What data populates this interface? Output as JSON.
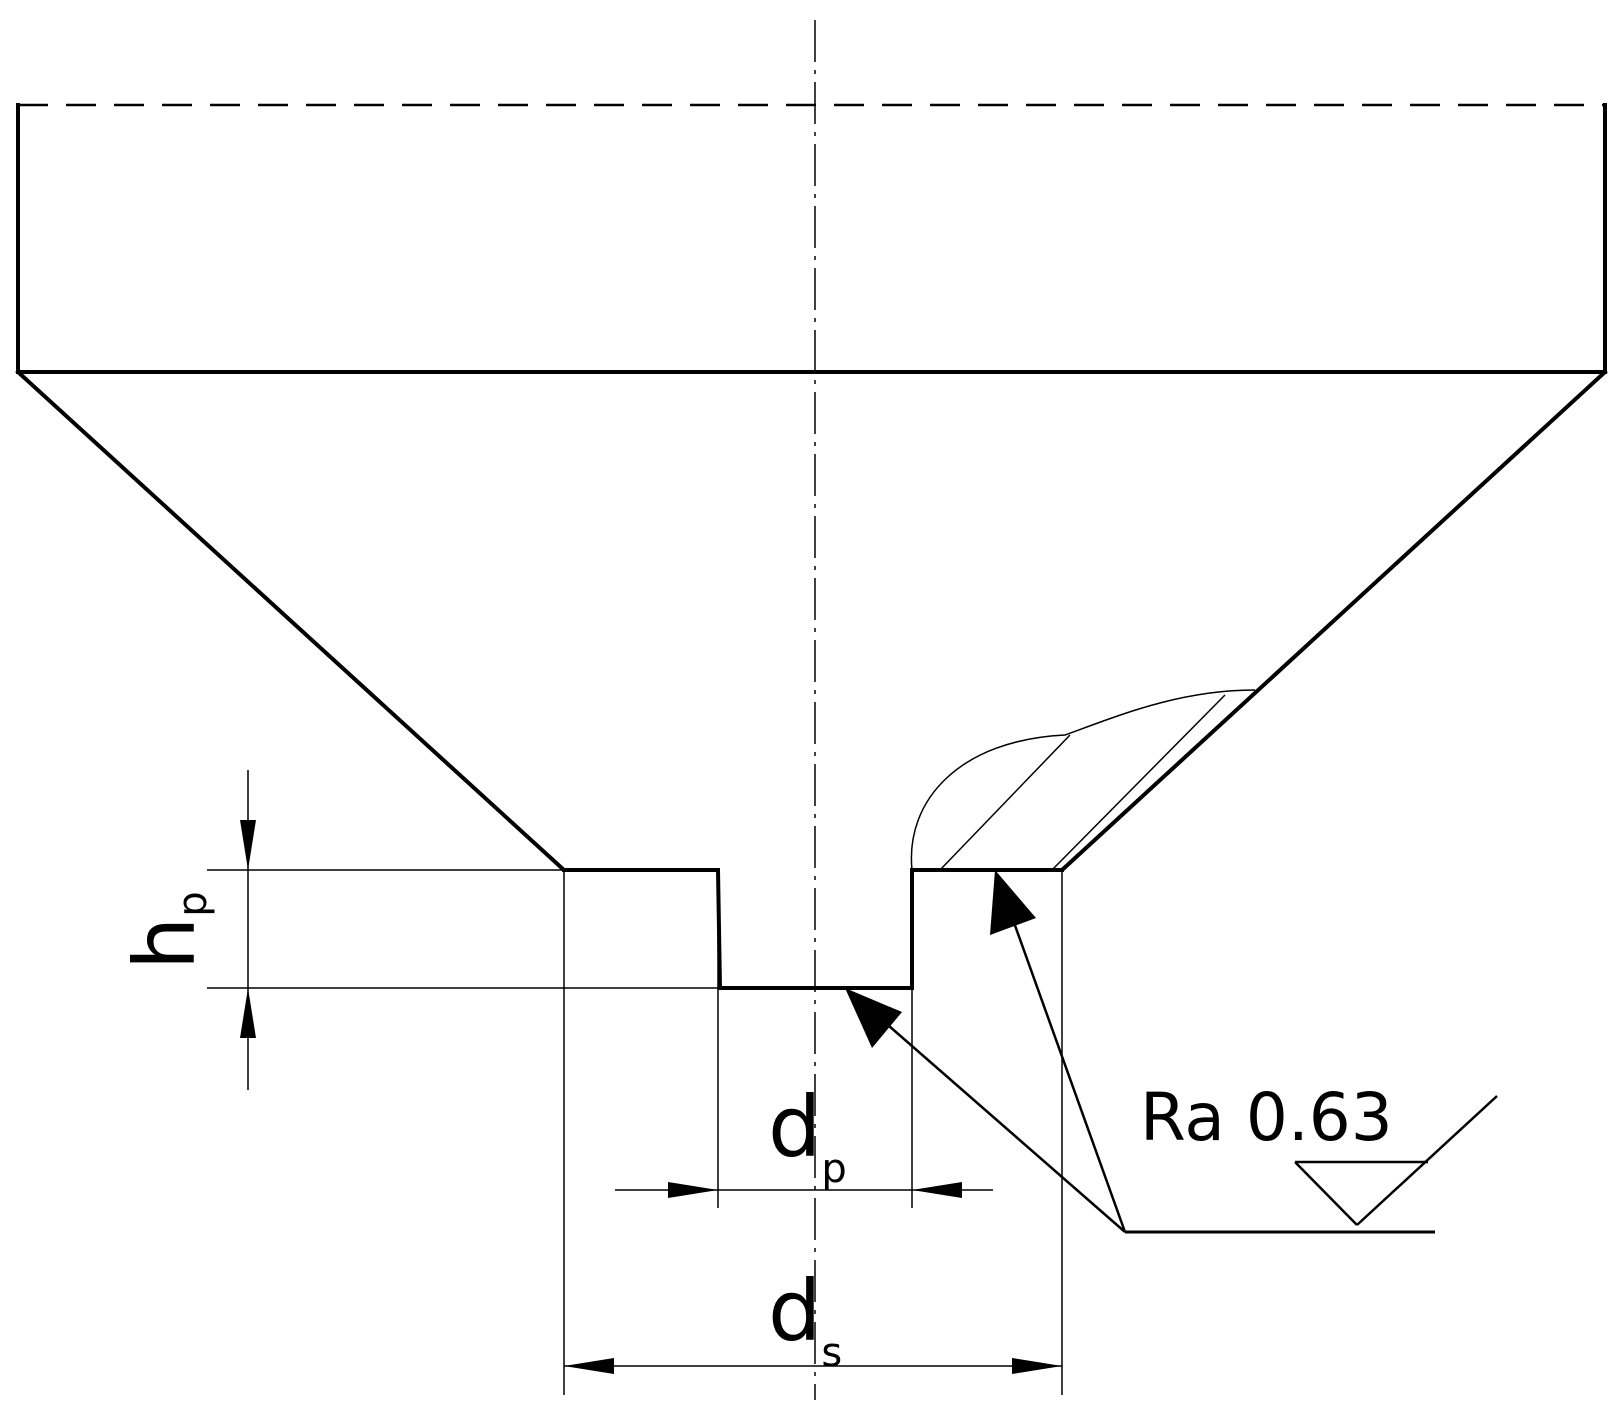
{
  "labels": {
    "hp_main": "h",
    "hp_sub": "p",
    "dp_main": "d",
    "dp_sub": "p",
    "ds_main": "d",
    "ds_sub": "s",
    "roughness": "Ra 0.63"
  },
  "colors": {
    "line": "#000000",
    "background": "#ffffff"
  }
}
